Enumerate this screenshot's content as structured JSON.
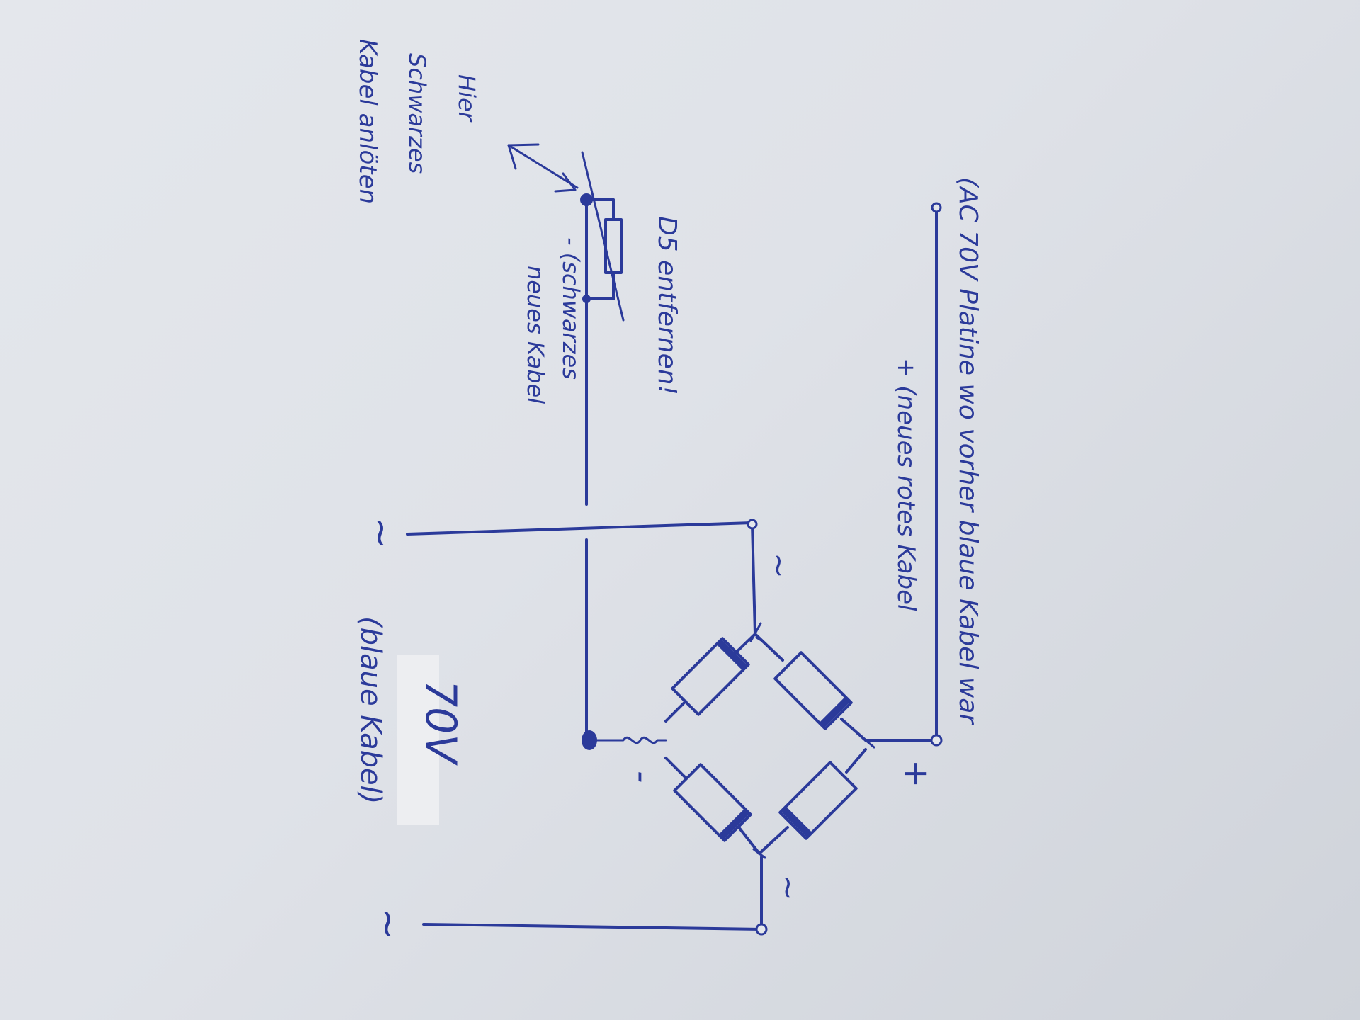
{
  "notes": {
    "top": "(AC 70V Platine wo vorher blaue Kabel war",
    "plus_red": "+ (neues rotes Kabel",
    "d5": "D5 entfernen!",
    "minus_black": "- (schwarzes",
    "new_cable": "neues Kabel",
    "here_1": "Hier",
    "here_2": "Schwarzes",
    "here_3": "Kabel anlöten",
    "ac_left_1": "~",
    "ac_left_2": "~",
    "ac_node_top": "~",
    "ac_node_bottom": "~",
    "plus_sign": "+",
    "minus_sign": "-",
    "voltage": "70V",
    "blue_cable": "(blaue Kabel)"
  },
  "colors": {
    "ink": "#2b3a9a",
    "paper": "#e4e7ec"
  }
}
